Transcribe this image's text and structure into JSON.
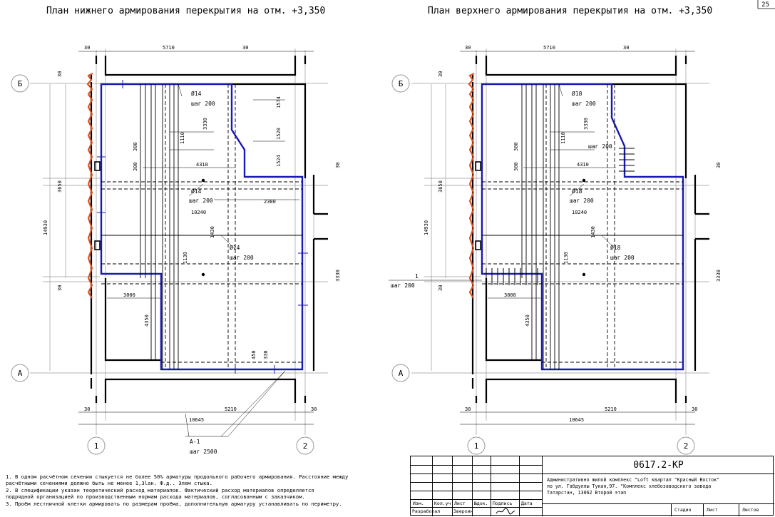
{
  "page_number": "25",
  "left_plan": {
    "title": "План нижнего армирования перекрытия на отм. +3,350",
    "axes": {
      "top": "Б",
      "bottom": "А",
      "left": "1",
      "right": "2"
    },
    "dims_top": [
      "30",
      "5710",
      "30"
    ],
    "dims_bottom": [
      "30",
      "5210",
      "30"
    ],
    "dim_overall_bottom": "10645",
    "dims_left": [
      "3650",
      "30",
      "14930"
    ],
    "dims_right": [
      "30",
      "3330"
    ],
    "dims_inner": [
      "1574",
      "1520",
      "1524",
      "300",
      "300",
      "1110",
      "3330",
      "4310",
      "2300",
      "10240",
      "1430",
      "1130",
      "3000",
      "4350",
      "450",
      "330"
    ],
    "rebar_notes": [
      {
        "dia": "Ø14",
        "step": "шаг 200"
      },
      {
        "dia": "Ø14",
        "step": "шаг 200"
      },
      {
        "dia": "Ø14",
        "step": "шаг 200"
      }
    ],
    "callout": {
      "mark": "А-1",
      "step": "шаг 2500"
    }
  },
  "right_plan": {
    "title": "План верхнего армирования перекрытия на отм. +3,350",
    "axes": {
      "top": "Б",
      "bottom": "А",
      "left": "1",
      "right": "2"
    },
    "dims_top": [
      "30",
      "5710",
      "30"
    ],
    "dims_bottom": [
      "30",
      "5210",
      "30"
    ],
    "dim_overall_bottom": "10645",
    "dims_left": [
      "3650",
      "30",
      "14930"
    ],
    "dims_right": [
      "30",
      "3330"
    ],
    "dims_inner": [
      "300",
      "300",
      "1110",
      "3330",
      "4310",
      "10240",
      "1430",
      "1130",
      "3000",
      "4350"
    ],
    "rebar_notes": [
      {
        "dia": "Ø18",
        "step": "шаг 200"
      },
      {
        "dia": "Ø18",
        "step": "шаг 200"
      },
      {
        "dia": "Ø18",
        "step": "шаг 200"
      }
    ],
    "step_top_right": "шаг 200",
    "side_callout": {
      "mark": "1",
      "step": "шаг 200"
    }
  },
  "notes": [
    "1. В одном расчётном сечении стыкуется не более 50% арматуры продольного рабочего армирования. Расстояние между",
    "расчётными сечениями должно быть не менее 1,3lан. Ф.д.. Элем стыка.",
    "2. В спецификации указан теоретический расход материалов. Фактический расход материалов определяется",
    "подрядной организацией по производственным нормам расхода материалов, согласованным с заказчиком.",
    "3. Проём лестничной клетки армировать по размерам проёма, дополнительную арматуру устанавливать по периметру."
  ],
  "stamp": {
    "code": "0617.2-КР",
    "description": [
      "Административно жилой комплекс \"Loft квартал \"Красный Восток\"",
      "по ул. Габдуллы Тукая,97. \"Комплекс хлебозаводского завода",
      "Татарстан, 13062 Второй этап"
    ],
    "headers": [
      "Изм.",
      "Кол.уч",
      "Лист",
      "№док.",
      "Подпись",
      "Дата"
    ],
    "roles": [
      "Разработал",
      "Зверхин"
    ],
    "stage_cells": [
      "Стадия",
      "Лист",
      "Листов"
    ]
  },
  "colors": {
    "slab_outline": "#1a1ab4",
    "wall_edge": "#e0501e",
    "line": "#000000",
    "grid": "#9a9a9a"
  }
}
